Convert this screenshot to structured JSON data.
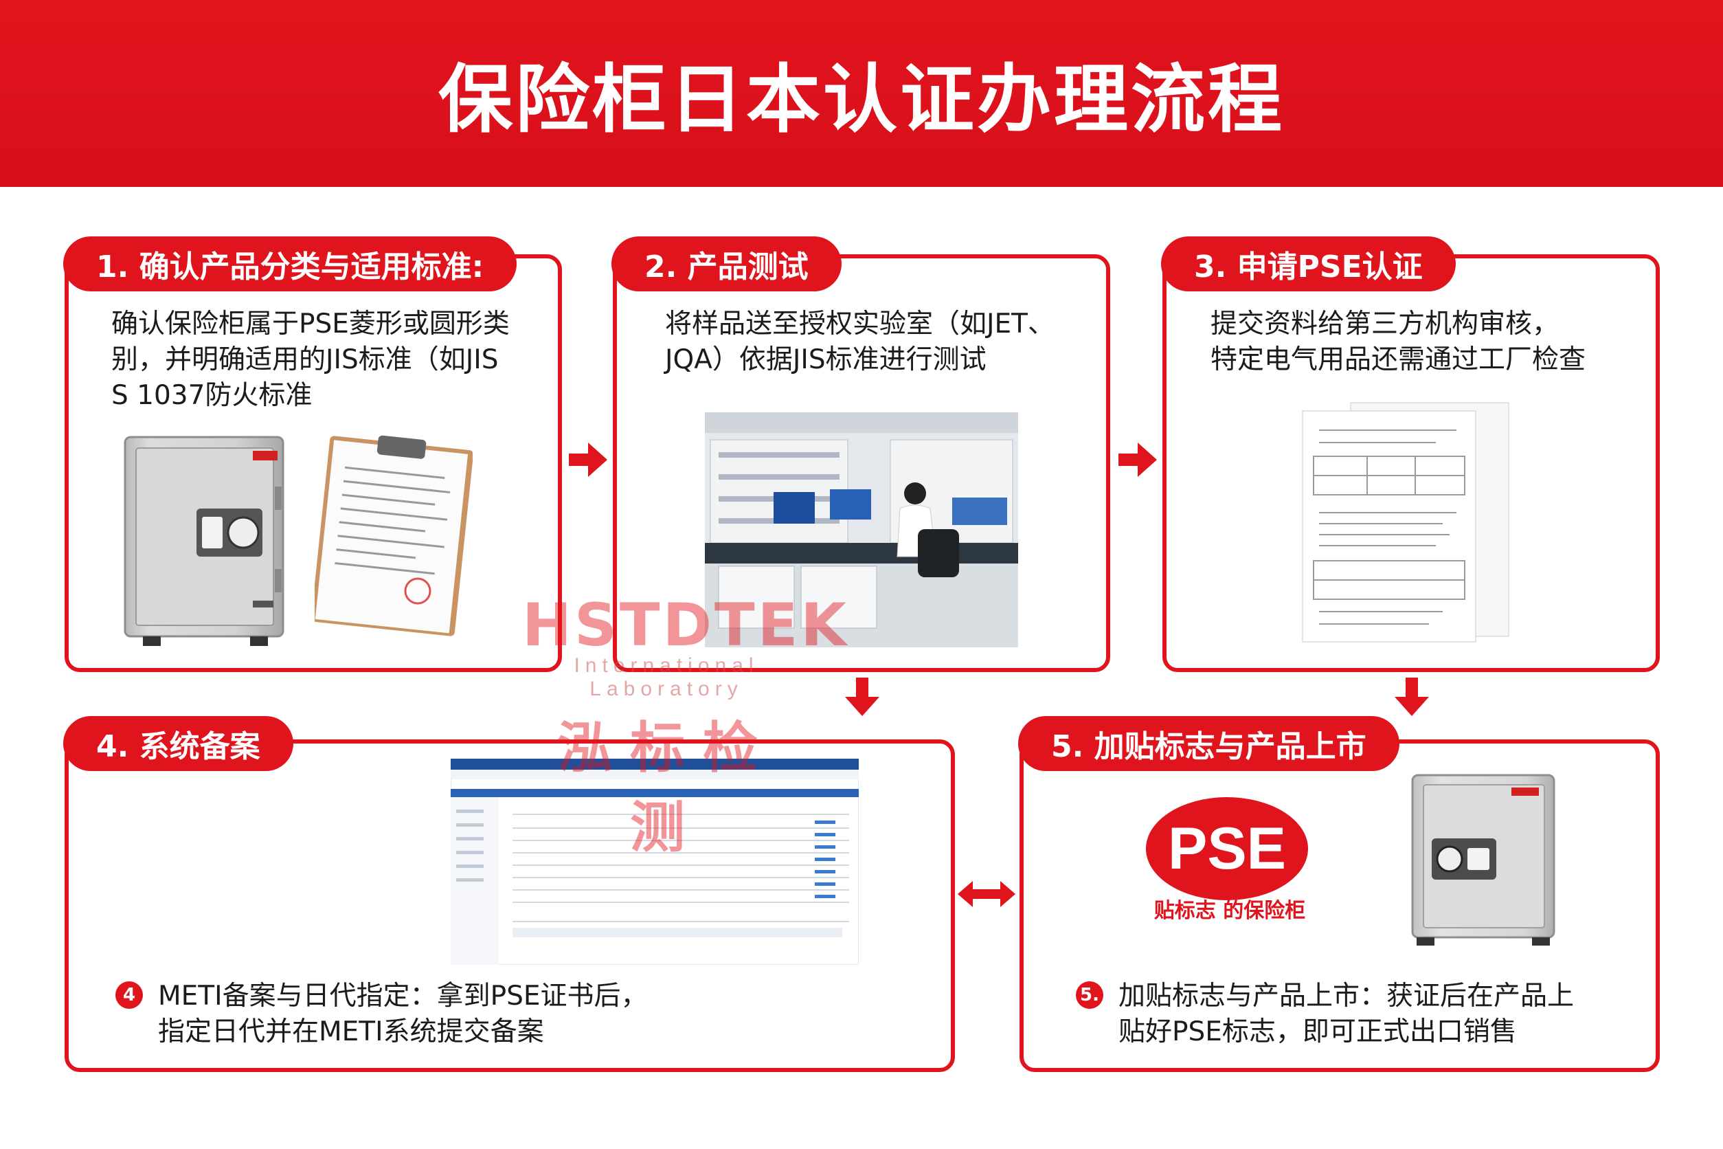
{
  "header": {
    "title": "保险柜日本认证办理流程"
  },
  "steps": [
    {
      "label": "1. 确认产品分类与适用标准:",
      "desc": [
        "确认保险柜属于PSE菱形或圆形类",
        "别，并明确适用的JIS标准（如JIS",
        "S 1037防火标准"
      ]
    },
    {
      "label": "2. 产品测试",
      "desc": [
        "将样品送至授权实验室（如JET、",
        "JQA）依据JIS标准进行测试"
      ]
    },
    {
      "label": "3. 申请PSE认证",
      "desc": [
        "提交资料给第三方机构审核，",
        "特定电气用品还需通过工厂检查"
      ]
    },
    {
      "label": "4. 系统备案",
      "badge": "4",
      "desc": [
        "METI备案与日代指定：拿到PSE证书后，",
        "指定日代并在METI系统提交备案"
      ]
    },
    {
      "label": "5. 加贴标志与产品上市",
      "badge": "5.",
      "desc": [
        "加贴标志与产品上市：获证后在产品上",
        "贴好PSE标志，即可正式出口销售"
      ]
    }
  ],
  "pse": {
    "logo": "PSE",
    "caption": "贴标志 的保险柜"
  },
  "watermark": {
    "brand": "HSTDTEK",
    "sub": "International Laboratory",
    "cn": "泓标检测"
  },
  "colors": {
    "primary": "#e0141c",
    "banner": "#d70f19"
  }
}
